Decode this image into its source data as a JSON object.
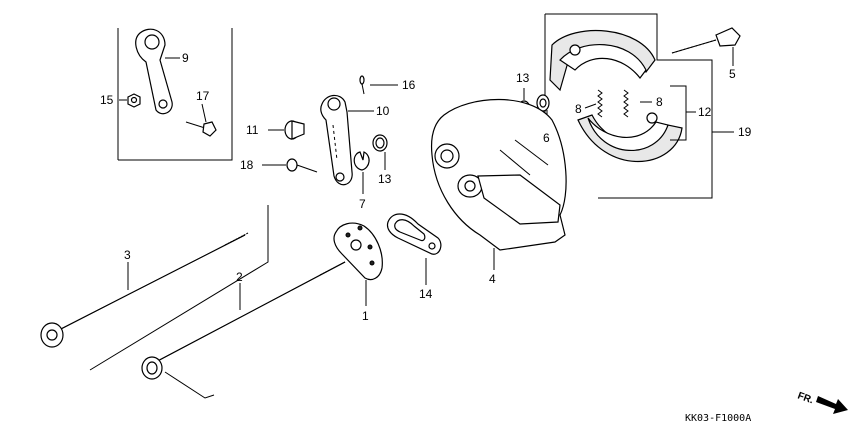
{
  "callouts": [
    {
      "id": "c9",
      "label": "9"
    },
    {
      "id": "c15",
      "label": "15"
    },
    {
      "id": "c17",
      "label": "17"
    },
    {
      "id": "c16",
      "label": "16"
    },
    {
      "id": "c10",
      "label": "10"
    },
    {
      "id": "c11",
      "label": "11"
    },
    {
      "id": "c18",
      "label": "18"
    },
    {
      "id": "c7",
      "label": "7"
    },
    {
      "id": "c13a",
      "label": "13"
    },
    {
      "id": "c13b",
      "label": "13"
    },
    {
      "id": "c6",
      "label": "6"
    },
    {
      "id": "c8a",
      "label": "8"
    },
    {
      "id": "c8b",
      "label": "8"
    },
    {
      "id": "c12",
      "label": "12"
    },
    {
      "id": "c19",
      "label": "19"
    },
    {
      "id": "c5",
      "label": "5"
    },
    {
      "id": "c4",
      "label": "4"
    },
    {
      "id": "c14",
      "label": "14"
    },
    {
      "id": "c1",
      "label": "1"
    },
    {
      "id": "c2",
      "label": "2"
    },
    {
      "id": "c3",
      "label": "3"
    }
  ],
  "diagram_code": "KK03-F1000A",
  "direction_label": "FR.",
  "icons": {
    "arrow": "front-direction-arrow-icon"
  }
}
